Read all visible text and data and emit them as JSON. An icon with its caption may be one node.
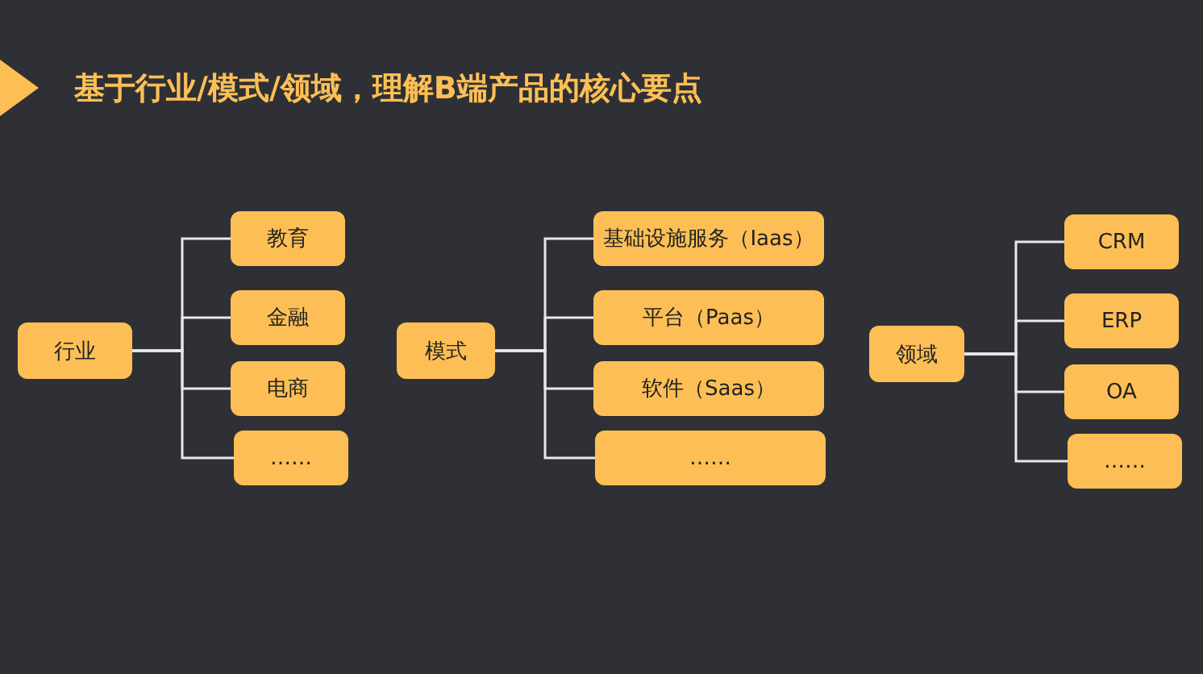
{
  "diagram": {
    "title": "基于行业/模式/领域，理解B端产品的核心要点",
    "nodes": [
      {
        "text": [
          "行业"
        ]
      },
      {
        "text": [
          "教育"
        ]
      },
      {
        "text": [
          "金融"
        ]
      },
      {
        "text": [
          "电商"
        ]
      },
      {
        "text": [
          "……"
        ]
      },
      {
        "text": [
          "模式"
        ]
      },
      {
        "text": [
          "基础设施服务（Iaas）"
        ]
      },
      {
        "text": [
          "平台（Paas）"
        ]
      },
      {
        "text": [
          "软件（Saas）"
        ]
      },
      {
        "text": [
          "……"
        ]
      },
      {
        "text": [
          "领域"
        ]
      },
      {
        "text": [
          "CRM"
        ]
      },
      {
        "text": [
          "ERP"
        ]
      },
      {
        "text": [
          "OA"
        ]
      },
      {
        "text": [
          "……"
        ]
      }
    ],
    "edges": [
      {
        "from": 0,
        "to": 1,
        "arrow": "none"
      },
      {
        "from": 0,
        "to": 2,
        "arrow": "none"
      },
      {
        "from": 0,
        "to": 3,
        "arrow": "none"
      },
      {
        "from": 0,
        "to": 4,
        "arrow": "none"
      },
      {
        "from": 5,
        "to": 6,
        "arrow": "none"
      },
      {
        "from": 5,
        "to": 7,
        "arrow": "none"
      },
      {
        "from": 5,
        "to": 8,
        "arrow": "none"
      },
      {
        "from": 5,
        "to": 9,
        "arrow": "none"
      },
      {
        "from": 10,
        "to": 11,
        "arrow": "none"
      },
      {
        "from": 10,
        "to": 12,
        "arrow": "none"
      },
      {
        "from": 10,
        "to": 13,
        "arrow": "none"
      },
      {
        "from": 10,
        "to": 14,
        "arrow": "none"
      }
    ]
  }
}
